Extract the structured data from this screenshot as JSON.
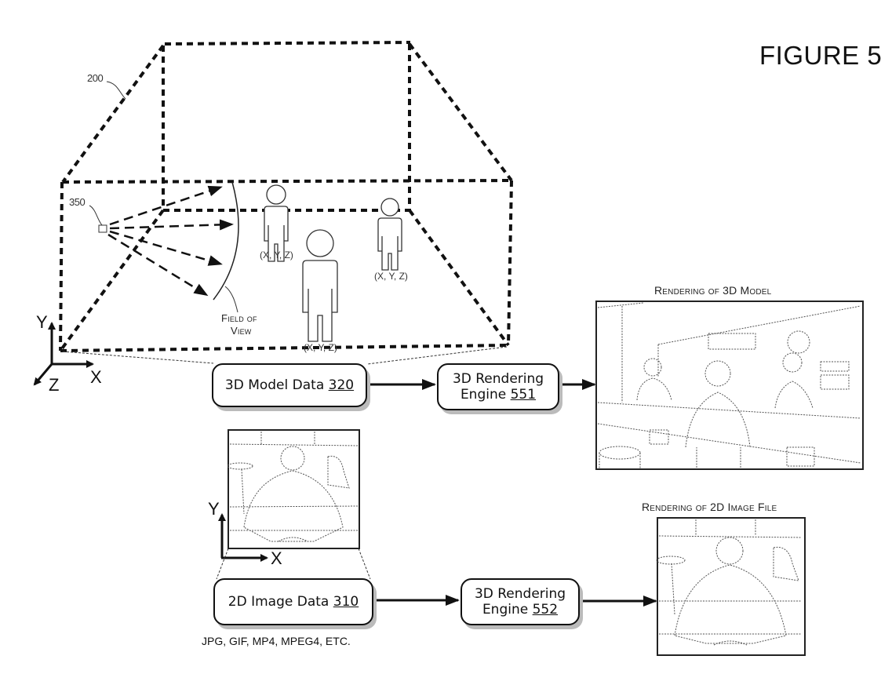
{
  "figure": {
    "title": "FIGURE 5"
  },
  "scene_3d": {
    "ref_volume": "200",
    "ref_camera": "350",
    "field_of_view_line1": "Field of",
    "field_of_view_line2": "View",
    "persons": [
      {
        "label": "(X, Y, Z)"
      },
      {
        "label": "(X, Y, Z)"
      },
      {
        "label": "(X, Y, Z)"
      }
    ],
    "axes": {
      "y": "Y",
      "x": "X",
      "z": "Z"
    }
  },
  "flow_3d": {
    "model_box": {
      "text": "3D Model Data ",
      "ref": "320"
    },
    "engine_box": {
      "line1": "3D Rendering",
      "line2": "Engine ",
      "ref": "551"
    },
    "output_caption": "Rendering of 3D Model"
  },
  "flow_2d": {
    "axes": {
      "y": "Y",
      "x": "X"
    },
    "image_box": {
      "text": "2D Image Data ",
      "ref": "310"
    },
    "formats": "JPG, GIF, MP4, MPEG4, ETC.",
    "engine_box": {
      "line1": "3D Rendering",
      "line2": "Engine ",
      "ref": "552"
    },
    "output_caption": "Rendering of 2D Image File"
  }
}
